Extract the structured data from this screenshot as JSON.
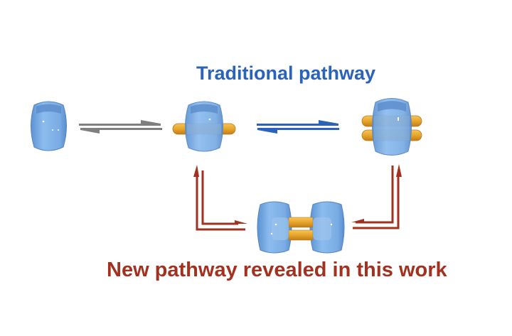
{
  "labels": {
    "traditional": "Traditional pathway",
    "new": "New pathway revealed in this work"
  },
  "colors": {
    "traditional": "#2a63b8",
    "new": "#a3311f",
    "gray_arrow": "#7f7f7f",
    "capsule_fill": "#7fb0e6",
    "capsule_edge": "#5a8fcf",
    "capsule_dark": "#4f84c4",
    "guest": "#e8a52a",
    "guest_edge": "#b9781a"
  },
  "species": [
    {
      "id": "empty-host",
      "guests": 0,
      "description": "empty capsule"
    },
    {
      "id": "host-one-guest",
      "guests": 1,
      "description": "capsule with one guest"
    },
    {
      "id": "host-two-guests",
      "guests": 2,
      "description": "capsule with two guests"
    },
    {
      "id": "dimer-intermediate",
      "guests": 2,
      "description": "two capsules bridged by two guests"
    }
  ],
  "equilibria": [
    {
      "from": "empty-host",
      "to": "host-one-guest",
      "pathway": "gray"
    },
    {
      "from": "host-one-guest",
      "to": "host-two-guests",
      "pathway": "traditional"
    },
    {
      "from": "host-one-guest",
      "to": "dimer-intermediate",
      "pathway": "new"
    },
    {
      "from": "dimer-intermediate",
      "to": "host-two-guests",
      "pathway": "new"
    }
  ]
}
